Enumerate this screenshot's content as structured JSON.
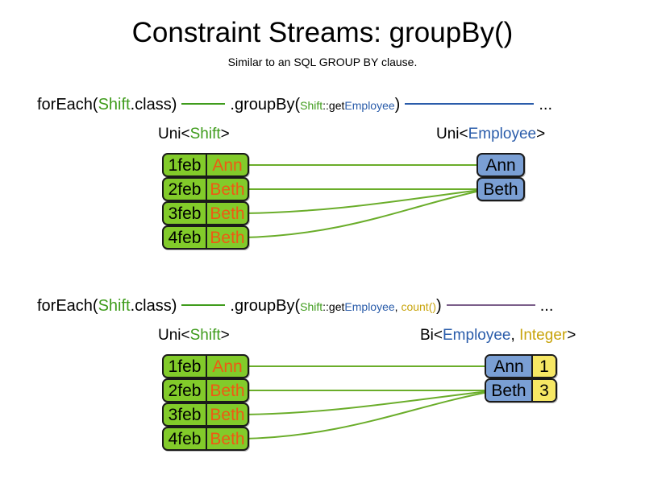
{
  "header": {
    "title": "Constraint Streams: groupBy()",
    "subtitle": "Similar to an SQL GROUP BY clause."
  },
  "colors": {
    "shift_green": "#82cb2a",
    "shift_name_orange": "#ee5a14",
    "employee_blue": "#7a9fd4",
    "count_yellow": "#f6e764",
    "class_token_green": "#3f9c1c",
    "type_token_blue": "#2a5caa",
    "count_token_gold": "#c8a40c",
    "purple_connector": "#7b5e8a",
    "box_border": "#1a1a1a"
  },
  "sections": [
    {
      "id": "groupby-single",
      "code": {
        "for_each_open": "forEach(",
        "for_each_class": "Shift",
        "for_each_close": ".class)",
        "group_by_open": ".groupBy(",
        "mapper_class": "Shift",
        "mapper_sep": "::get",
        "mapper_type": "Employee",
        "group_by_close": ")",
        "ellipsis": "..."
      },
      "left_label": {
        "prefix": "Uni<",
        "type": "Shift",
        "suffix": ">"
      },
      "right_label": {
        "prefix": "Uni<",
        "type": "Employee",
        "suffix": ">"
      },
      "left_facts": [
        {
          "date": "1feb",
          "name": "Ann"
        },
        {
          "date": "2feb",
          "name": "Beth"
        },
        {
          "date": "3feb",
          "name": "Beth"
        },
        {
          "date": "4feb",
          "name": "Beth"
        }
      ],
      "right_facts": [
        {
          "name": "Ann"
        },
        {
          "name": "Beth"
        }
      ],
      "mappings": [
        {
          "from": 0,
          "to": 0
        },
        {
          "from": 1,
          "to": 1
        },
        {
          "from": 2,
          "to": 1
        },
        {
          "from": 3,
          "to": 1
        }
      ]
    },
    {
      "id": "groupby-count",
      "code": {
        "for_each_open": "forEach(",
        "for_each_class": "Shift",
        "for_each_close": ".class)",
        "group_by_open": ".groupBy(",
        "mapper_class": "Shift",
        "mapper_sep": "::get",
        "mapper_type": "Employee",
        "mapper_comma": ", ",
        "collector": "count()",
        "group_by_close": ")",
        "ellipsis": "..."
      },
      "left_label": {
        "prefix": "Uni<",
        "type": "Shift",
        "suffix": ">"
      },
      "right_label": {
        "prefix": "Bi<",
        "type": "Employee",
        "sep": ", ",
        "type2": "Integer",
        "suffix": ">"
      },
      "left_facts": [
        {
          "date": "1feb",
          "name": "Ann"
        },
        {
          "date": "2feb",
          "name": "Beth"
        },
        {
          "date": "3feb",
          "name": "Beth"
        },
        {
          "date": "4feb",
          "name": "Beth"
        }
      ],
      "right_facts": [
        {
          "name": "Ann",
          "count": "1"
        },
        {
          "name": "Beth",
          "count": "3"
        }
      ],
      "mappings": [
        {
          "from": 0,
          "to": 0
        },
        {
          "from": 1,
          "to": 1
        },
        {
          "from": 2,
          "to": 1
        },
        {
          "from": 3,
          "to": 1
        }
      ]
    }
  ]
}
